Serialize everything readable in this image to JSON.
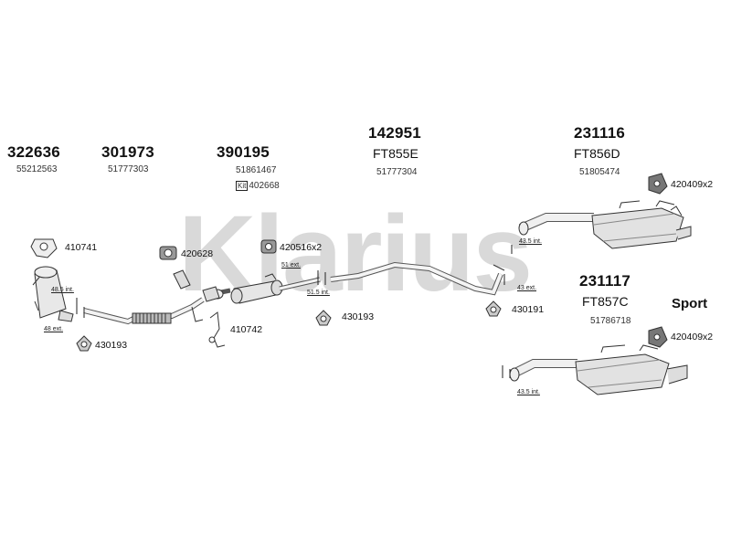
{
  "watermark": "Klarius",
  "parts": [
    {
      "number": "322636",
      "oem": "55212563"
    },
    {
      "number": "301973",
      "oem": "51777303"
    },
    {
      "number": "390195",
      "oem": "51861467",
      "kit_tag": "Kit",
      "kit": "402668"
    },
    {
      "number": "142951",
      "ft": "FT855E",
      "oem": "51777304"
    },
    {
      "number": "231116",
      "ft": "FT856D",
      "oem": "51805474"
    },
    {
      "number": "231117",
      "ft": "FT857C",
      "oem": "51786718"
    }
  ],
  "sport_label": "Sport",
  "fittings": {
    "f410741": "410741",
    "f420628": "420628",
    "f420516": "420516x2",
    "f410742": "410742",
    "f430193a": "430193",
    "f430193b": "430193",
    "f430191": "430191",
    "f420409a": "420409x2",
    "f420409b": "420409x2"
  },
  "measurements": {
    "m1": "48.5 int.",
    "m2": "48 ext.",
    "m3": "51 ext.",
    "m4": "51.5 int.",
    "m5": "43.5 int.",
    "m6": "43 ext.",
    "m7": "43.5 int."
  }
}
